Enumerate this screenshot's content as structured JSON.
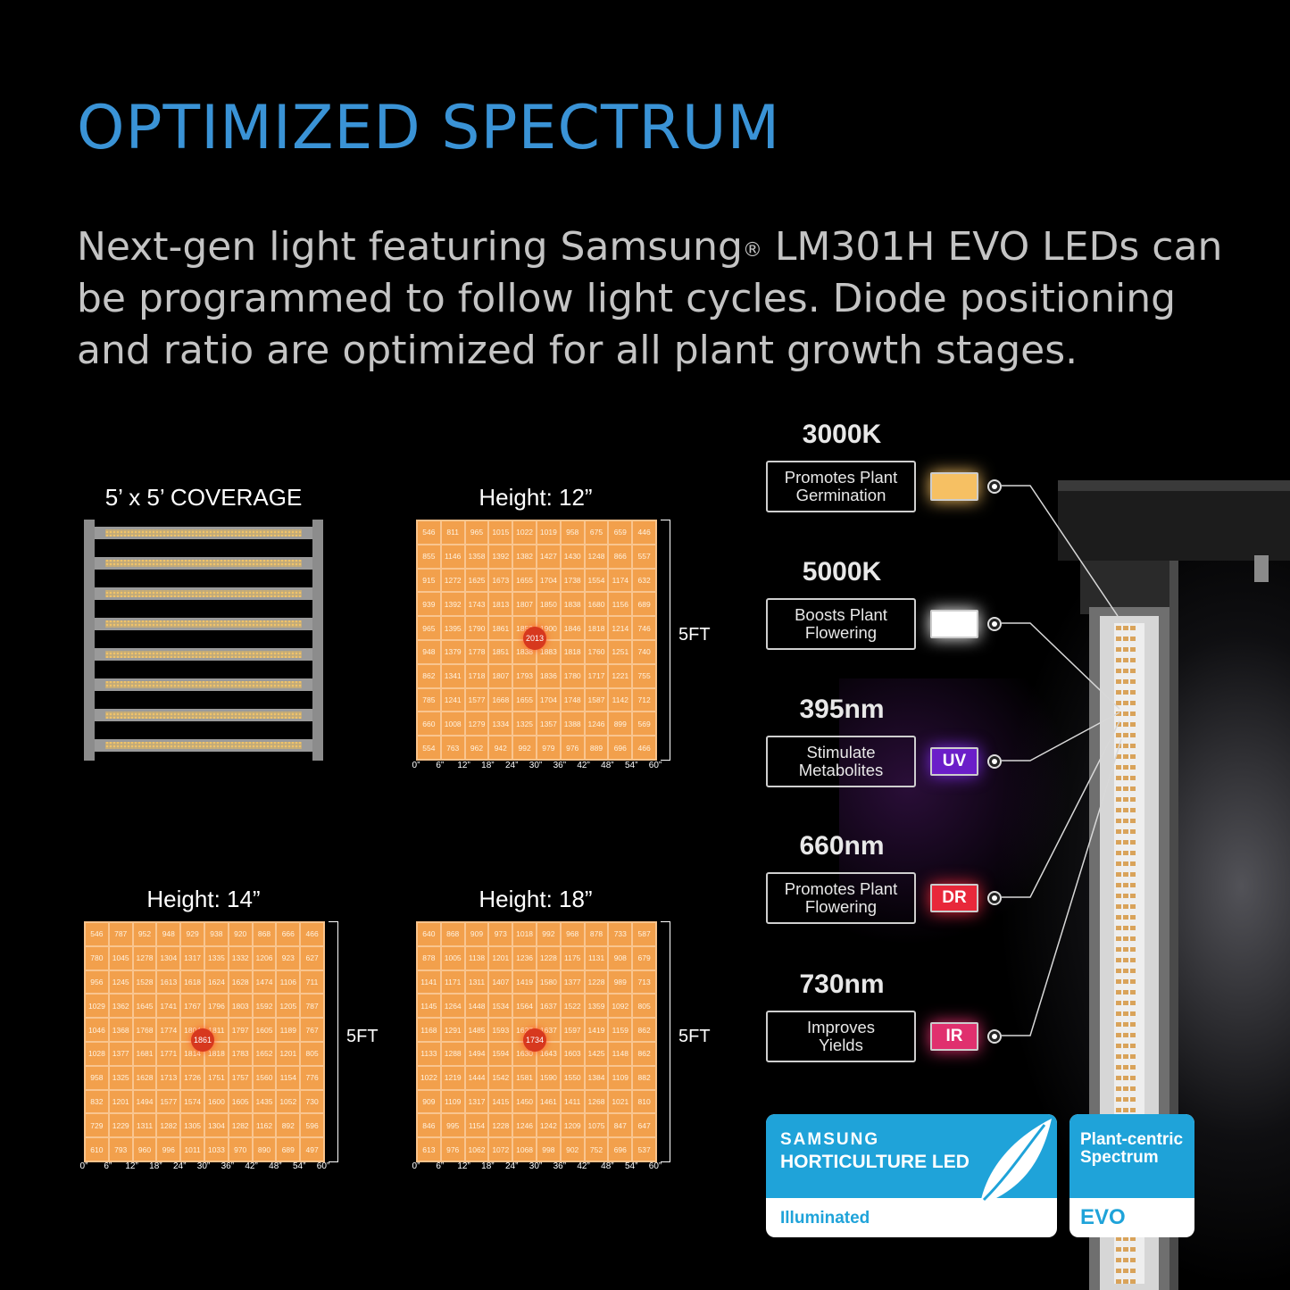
{
  "title": "OPTIMIZED SPECTRUM",
  "description": {
    "line1_pre": "Next-gen light featuring Samsung",
    "reg": "®",
    "line1_post": " LM301H EVO LEDs can",
    "line2": "be programmed to follow light cycles. Diode positioning",
    "line3": "and ratio are optimized for all plant growth stages."
  },
  "coverage_label": "5’ x 5’ COVERAGE",
  "x_axis": [
    "0”",
    "6”",
    "12”",
    "18”",
    "24”",
    "30”",
    "36”",
    "42”",
    "48”",
    "54”",
    "60”"
  ],
  "ppfd_maps": [
    {
      "label": "Height: 12”",
      "side": "5FT",
      "center": "2013",
      "rows": [
        [
          "546",
          "811",
          "965",
          "1015",
          "1022",
          "1019",
          "958",
          "675",
          "659",
          "446"
        ],
        [
          "855",
          "1146",
          "1358",
          "1392",
          "1382",
          "1427",
          "1430",
          "1248",
          "866",
          "557"
        ],
        [
          "915",
          "1272",
          "1625",
          "1673",
          "1655",
          "1704",
          "1738",
          "1554",
          "1174",
          "632"
        ],
        [
          "939",
          "1392",
          "1743",
          "1813",
          "1807",
          "1850",
          "1838",
          "1680",
          "1156",
          "689"
        ],
        [
          "965",
          "1395",
          "1790",
          "1861",
          "1853",
          "1900",
          "1846",
          "1818",
          "1214",
          "746"
        ],
        [
          "948",
          "1379",
          "1778",
          "1851",
          "1838",
          "1883",
          "1818",
          "1760",
          "1251",
          "740"
        ],
        [
          "862",
          "1341",
          "1718",
          "1807",
          "1793",
          "1836",
          "1780",
          "1717",
          "1221",
          "755"
        ],
        [
          "785",
          "1241",
          "1577",
          "1668",
          "1655",
          "1704",
          "1748",
          "1587",
          "1142",
          "712"
        ],
        [
          "660",
          "1008",
          "1279",
          "1334",
          "1325",
          "1357",
          "1388",
          "1246",
          "899",
          "569"
        ],
        [
          "554",
          "763",
          "962",
          "942",
          "992",
          "979",
          "976",
          "889",
          "696",
          "466"
        ]
      ]
    },
    {
      "label": "Height: 14”",
      "side": "5FT",
      "center": "1861",
      "rows": [
        [
          "546",
          "787",
          "952",
          "948",
          "929",
          "938",
          "920",
          "868",
          "666",
          "466"
        ],
        [
          "780",
          "1045",
          "1278",
          "1304",
          "1317",
          "1335",
          "1332",
          "1206",
          "923",
          "627"
        ],
        [
          "956",
          "1245",
          "1528",
          "1613",
          "1618",
          "1624",
          "1628",
          "1474",
          "1106",
          "711"
        ],
        [
          "1029",
          "1362",
          "1645",
          "1741",
          "1767",
          "1796",
          "1803",
          "1592",
          "1205",
          "787"
        ],
        [
          "1046",
          "1368",
          "1768",
          "1774",
          "1804",
          "1811",
          "1797",
          "1605",
          "1189",
          "767"
        ],
        [
          "1028",
          "1377",
          "1681",
          "1771",
          "1814",
          "1818",
          "1783",
          "1652",
          "1201",
          "805"
        ],
        [
          "958",
          "1325",
          "1628",
          "1713",
          "1726",
          "1751",
          "1757",
          "1560",
          "1154",
          "776"
        ],
        [
          "832",
          "1201",
          "1494",
          "1577",
          "1574",
          "1600",
          "1605",
          "1435",
          "1052",
          "730"
        ],
        [
          "729",
          "1229",
          "1311",
          "1282",
          "1305",
          "1304",
          "1282",
          "1162",
          "892",
          "596"
        ],
        [
          "610",
          "793",
          "960",
          "996",
          "1011",
          "1033",
          "970",
          "890",
          "689",
          "497"
        ]
      ]
    },
    {
      "label": "Height: 18”",
      "side": "5FT",
      "center": "1734",
      "rows": [
        [
          "640",
          "868",
          "909",
          "973",
          "1018",
          "992",
          "968",
          "878",
          "733",
          "587"
        ],
        [
          "878",
          "1005",
          "1138",
          "1201",
          "1236",
          "1228",
          "1175",
          "1131",
          "908",
          "679"
        ],
        [
          "1141",
          "1171",
          "1311",
          "1407",
          "1419",
          "1580",
          "1377",
          "1228",
          "989",
          "713"
        ],
        [
          "1145",
          "1264",
          "1448",
          "1534",
          "1564",
          "1637",
          "1522",
          "1359",
          "1092",
          "805"
        ],
        [
          "1168",
          "1291",
          "1485",
          "1593",
          "1627",
          "1637",
          "1597",
          "1419",
          "1159",
          "862"
        ],
        [
          "1133",
          "1288",
          "1494",
          "1594",
          "1630",
          "1643",
          "1603",
          "1425",
          "1148",
          "862"
        ],
        [
          "1022",
          "1219",
          "1444",
          "1542",
          "1581",
          "1590",
          "1550",
          "1384",
          "1109",
          "882"
        ],
        [
          "909",
          "1109",
          "1317",
          "1415",
          "1450",
          "1461",
          "1411",
          "1268",
          "1021",
          "810"
        ],
        [
          "846",
          "995",
          "1154",
          "1228",
          "1246",
          "1242",
          "1209",
          "1075",
          "847",
          "647"
        ],
        [
          "613",
          "976",
          "1062",
          "1072",
          "1068",
          "998",
          "902",
          "752",
          "696",
          "537"
        ]
      ]
    }
  ],
  "diodes": [
    {
      "wavelength": "3000K",
      "line1": "Promotes Plant",
      "line2": "Germination",
      "chip": "",
      "color": "#f6c063"
    },
    {
      "wavelength": "5000K",
      "line1": "Boosts Plant",
      "line2": "Flowering",
      "chip": "",
      "color": "#ffffff"
    },
    {
      "wavelength": "395nm",
      "line1": "Stimulate",
      "line2": "Metabolites",
      "chip": "UV",
      "color": "#6b1ec9"
    },
    {
      "wavelength": "660nm",
      "line1": "Promotes Plant",
      "line2": "Flowering",
      "chip": "DR",
      "color": "#e8283a"
    },
    {
      "wavelength": "730nm",
      "line1": "Improves",
      "line2": "Yields",
      "chip": "IR",
      "color": "#e0306e"
    }
  ],
  "badge_samsung": {
    "brand": "SAMSUNG",
    "line": "HORTICULTURE LED",
    "footer": "Illuminated"
  },
  "badge_evo": {
    "line1": "Plant-centric",
    "line2": "Spectrum",
    "footer": "EVO"
  },
  "colors": {
    "title": "#3a93d6",
    "heatmap": "#f2a04c",
    "badge": "#1fa3d9"
  }
}
